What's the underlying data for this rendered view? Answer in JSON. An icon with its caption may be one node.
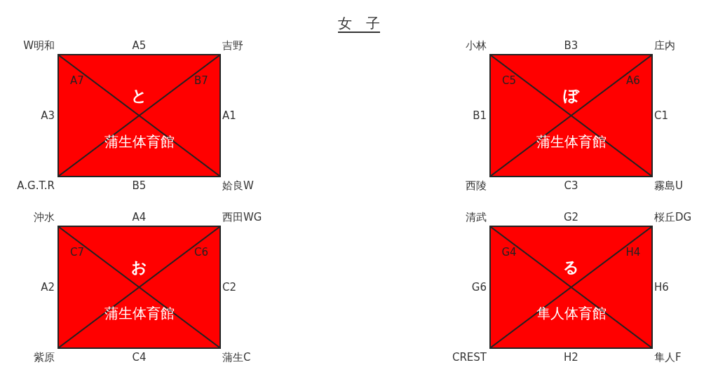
{
  "diagram": {
    "title": "女　子",
    "nodes": [
      {
        "text": [
          "と",
          "蒲生体育館"
        ]
      },
      {
        "text": [
          "ぼ",
          "蒲生体育館"
        ]
      },
      {
        "text": [
          "お",
          "蒲生体育館"
        ]
      },
      {
        "text": [
          "る",
          "隼人体育館"
        ]
      }
    ],
    "labels": [
      "W明和",
      "A5",
      "吉野",
      "A7",
      "B7",
      "A3",
      "A1",
      "A.G.T.R",
      "B5",
      "姶良W",
      "小林",
      "B3",
      "庄内",
      "C5",
      "A6",
      "B1",
      "C1",
      "西陵",
      "C3",
      "霧島U",
      "沖水",
      "A4",
      "西田WG",
      "C7",
      "C6",
      "A2",
      "C2",
      "紫原",
      "C4",
      "蒲生C",
      "清武",
      "G2",
      "桜丘DG",
      "G4",
      "H4",
      "G6",
      "H6",
      "CREST",
      "H2",
      "隼人F"
    ]
  }
}
